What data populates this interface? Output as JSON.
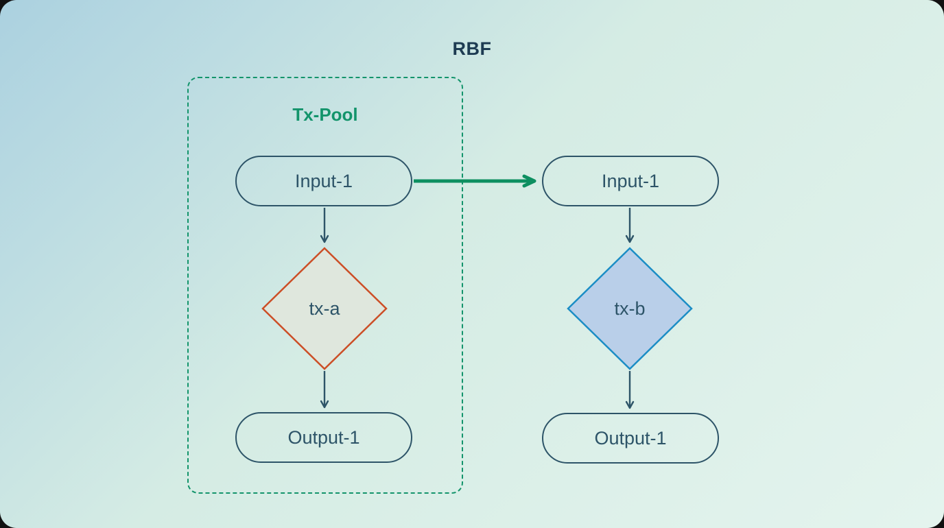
{
  "title": "RBF",
  "pool": {
    "label": "Tx-Pool"
  },
  "nodes": {
    "pool_input": {
      "label": "Input-1",
      "shape": "pill"
    },
    "pool_tx": {
      "label": "tx-a",
      "shape": "diamond"
    },
    "pool_output": {
      "label": "Output-1",
      "shape": "pill"
    },
    "repl_input": {
      "label": "Input-1",
      "shape": "pill"
    },
    "repl_tx": {
      "label": "tx-b",
      "shape": "diamond"
    },
    "repl_output": {
      "label": "Output-1",
      "shape": "pill"
    }
  },
  "edges": [
    {
      "from": "pool_input",
      "to": "pool_tx",
      "style": "dark-arrow"
    },
    {
      "from": "pool_tx",
      "to": "pool_output",
      "style": "dark-arrow"
    },
    {
      "from": "pool_input",
      "to": "repl_input",
      "style": "green-replace-arrow"
    },
    {
      "from": "repl_input",
      "to": "repl_tx",
      "style": "dark-arrow"
    },
    {
      "from": "repl_tx",
      "to": "repl_output",
      "style": "dark-arrow"
    }
  ],
  "colors": {
    "title_text": "#1d3b52",
    "pool_green": "#13946b",
    "arrow_green": "#0d8f60",
    "node_stroke": "#2d5468",
    "node_text": "#2d5468",
    "txa_stroke": "#cc4e26",
    "txa_fill": "#e0e6dc",
    "txb_stroke": "#1b8dc5",
    "txb_fill": "#b7cce9",
    "bg_start": "#abd1e0",
    "bg_mid": "#d5ece4",
    "bg_end": "#e4f4ee"
  }
}
